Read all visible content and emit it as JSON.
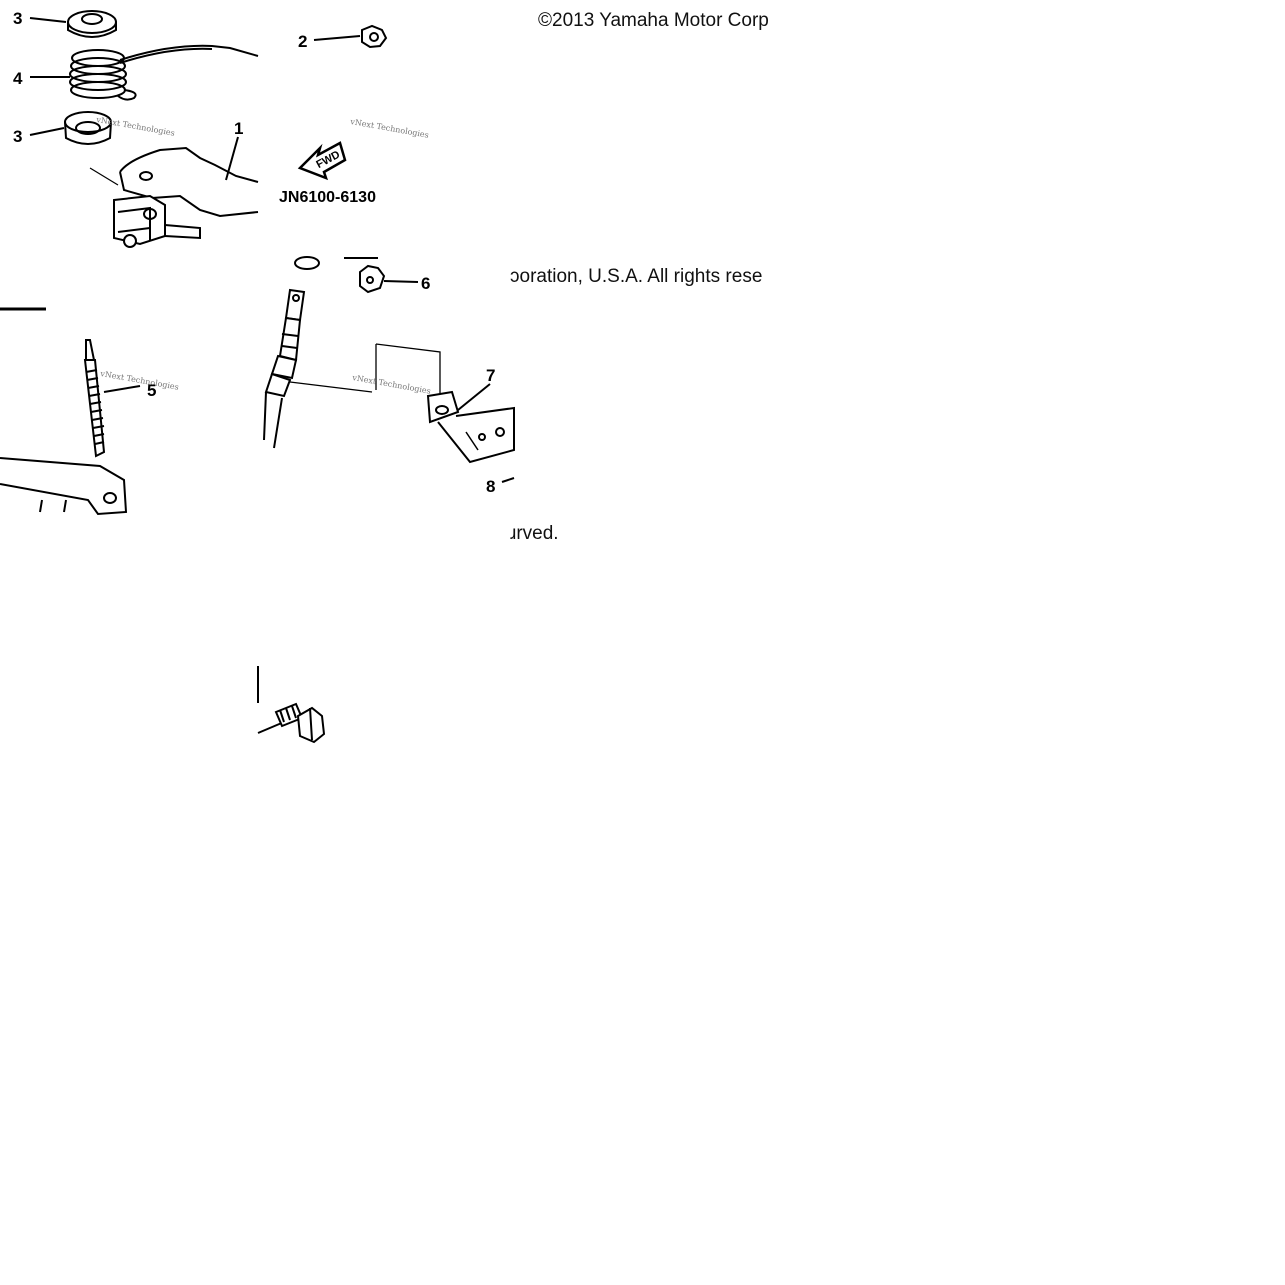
{
  "copyright": {
    "line1": "©2013 Yamaha Motor Corp",
    "line2": "ɔoration, U.S.A. All rights rese",
    "line3": "ɹrved."
  },
  "part_code": "JN6100-6130",
  "fwd_label": "FWD",
  "watermark": "vNext Technologies",
  "callouts": {
    "c1": "1",
    "c2": "2",
    "c3a": "3",
    "c3b": "3",
    "c4": "4",
    "c5": "5",
    "c6": "6",
    "c7": "7",
    "c8": "8"
  }
}
